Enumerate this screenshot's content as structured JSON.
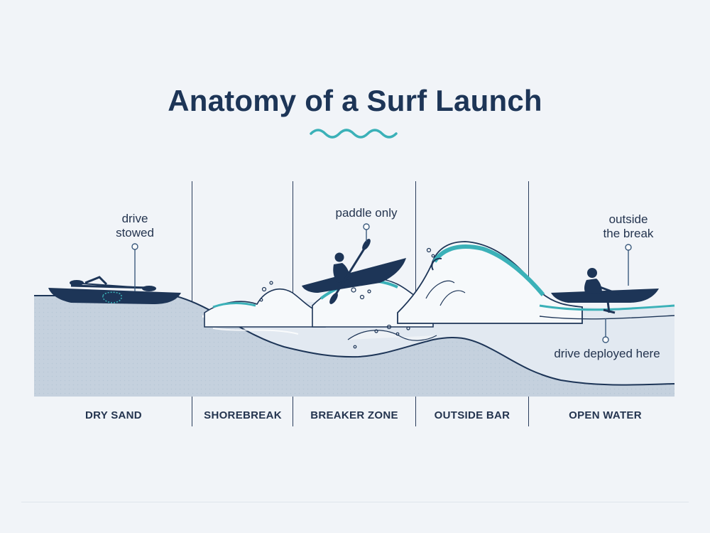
{
  "title": "Anatomy of a Surf Launch",
  "callouts": {
    "drive_stowed": [
      "drive",
      "stowed"
    ],
    "paddle_only": "paddle only",
    "outside_break": [
      "outside",
      "the break"
    ],
    "drive_deployed": "drive deployed here"
  },
  "zones": [
    "DRY SAND",
    "SHOREBREAK",
    "BREAKER ZONE",
    "OUTSIDE BAR",
    "OPEN WATER"
  ],
  "colors": {
    "navy": "#1d3557",
    "teal": "#3bb1b8",
    "sand": "#c3cfdc",
    "water": "#e7edf3",
    "foam": "#ffffff"
  }
}
